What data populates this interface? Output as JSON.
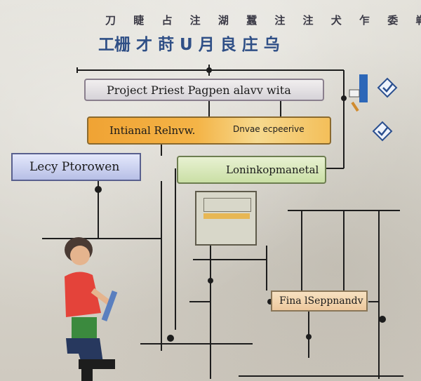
{
  "header": {
    "subtitle": "刀 睫 占 注 湖 蠶  注 注 犬 乍 委 郸",
    "title": "工栅 才 莳 U 月 良 庄 乌"
  },
  "boxes": {
    "project": "Project Priest Pagpen alavv wita",
    "initial": "Intianal Relnvw.",
    "initial_right": "Dnvae ecpeerive",
    "legacy": "Lecy Ptorowen",
    "link": "Loninkopmanetal",
    "final": "Fina lSeppnandv"
  },
  "colors": {
    "title": "#2f4f86",
    "project_box": "#d6d3d8",
    "initial_box": "#f0a334",
    "legacy_box": "#b7bfe6",
    "link_box": "#cadfa5",
    "final_box": "#edc89d"
  },
  "icons": {
    "check_badge_top": "check-badge-icon",
    "check_badge_mid": "check-badge-icon",
    "person": "person-figure-icon",
    "pencil": "pencil-icon"
  }
}
